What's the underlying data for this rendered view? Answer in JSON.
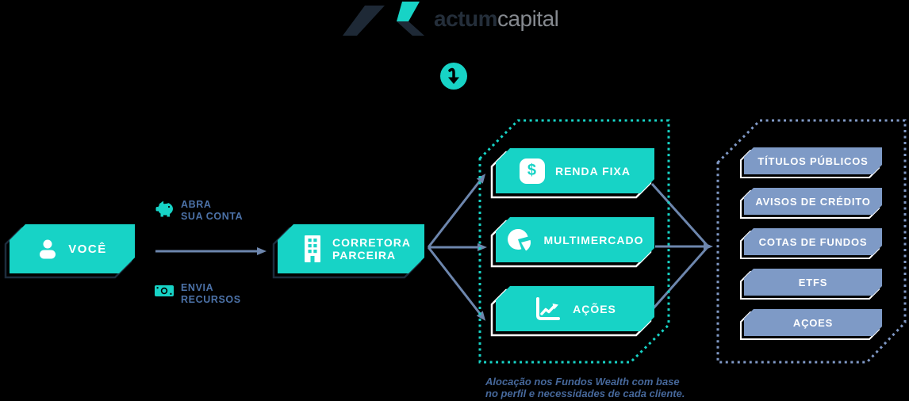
{
  "logo": {
    "brand_bold": "actum",
    "brand_light": "capital"
  },
  "nodes": {
    "you": {
      "label": "VOCÊ"
    },
    "broker": {
      "line1": "CORRETORA",
      "line2": "PARCEIRA"
    }
  },
  "edge_labels": {
    "open_account": {
      "line1": "ABRA",
      "line2": "SUA CONTA"
    },
    "send_funds": {
      "line1": "ENVIA",
      "line2": "RECURSOS"
    }
  },
  "funds": [
    {
      "label": "RENDA FIXA",
      "icon": "dollar-icon",
      "glyph": "$"
    },
    {
      "label": "MULTIMERCADO",
      "icon": "pie-chart-icon"
    },
    {
      "label": "AÇÕES",
      "icon": "line-chart-icon"
    }
  ],
  "assets": [
    {
      "label": "TÍTULOS PÚBLICOS"
    },
    {
      "label": "AVISOS DE CRÉDITO"
    },
    {
      "label": "COTAS DE FUNDOS"
    },
    {
      "label": "ETFS"
    },
    {
      "label": "AÇOES"
    }
  ],
  "caption": {
    "line1": "Alocação nos Fundos Wealth com base",
    "line2": "no perfil e necessidades de cada cliente."
  },
  "colors": {
    "teal": "#17d3c6",
    "slate_banner": "#7e9ac6",
    "arrow": "#6d86ad",
    "dashed_teal": "#17d3c6",
    "dashed_slate": "#8099c6",
    "label_blue": "#4c72a8",
    "navy": "#1e2936"
  }
}
